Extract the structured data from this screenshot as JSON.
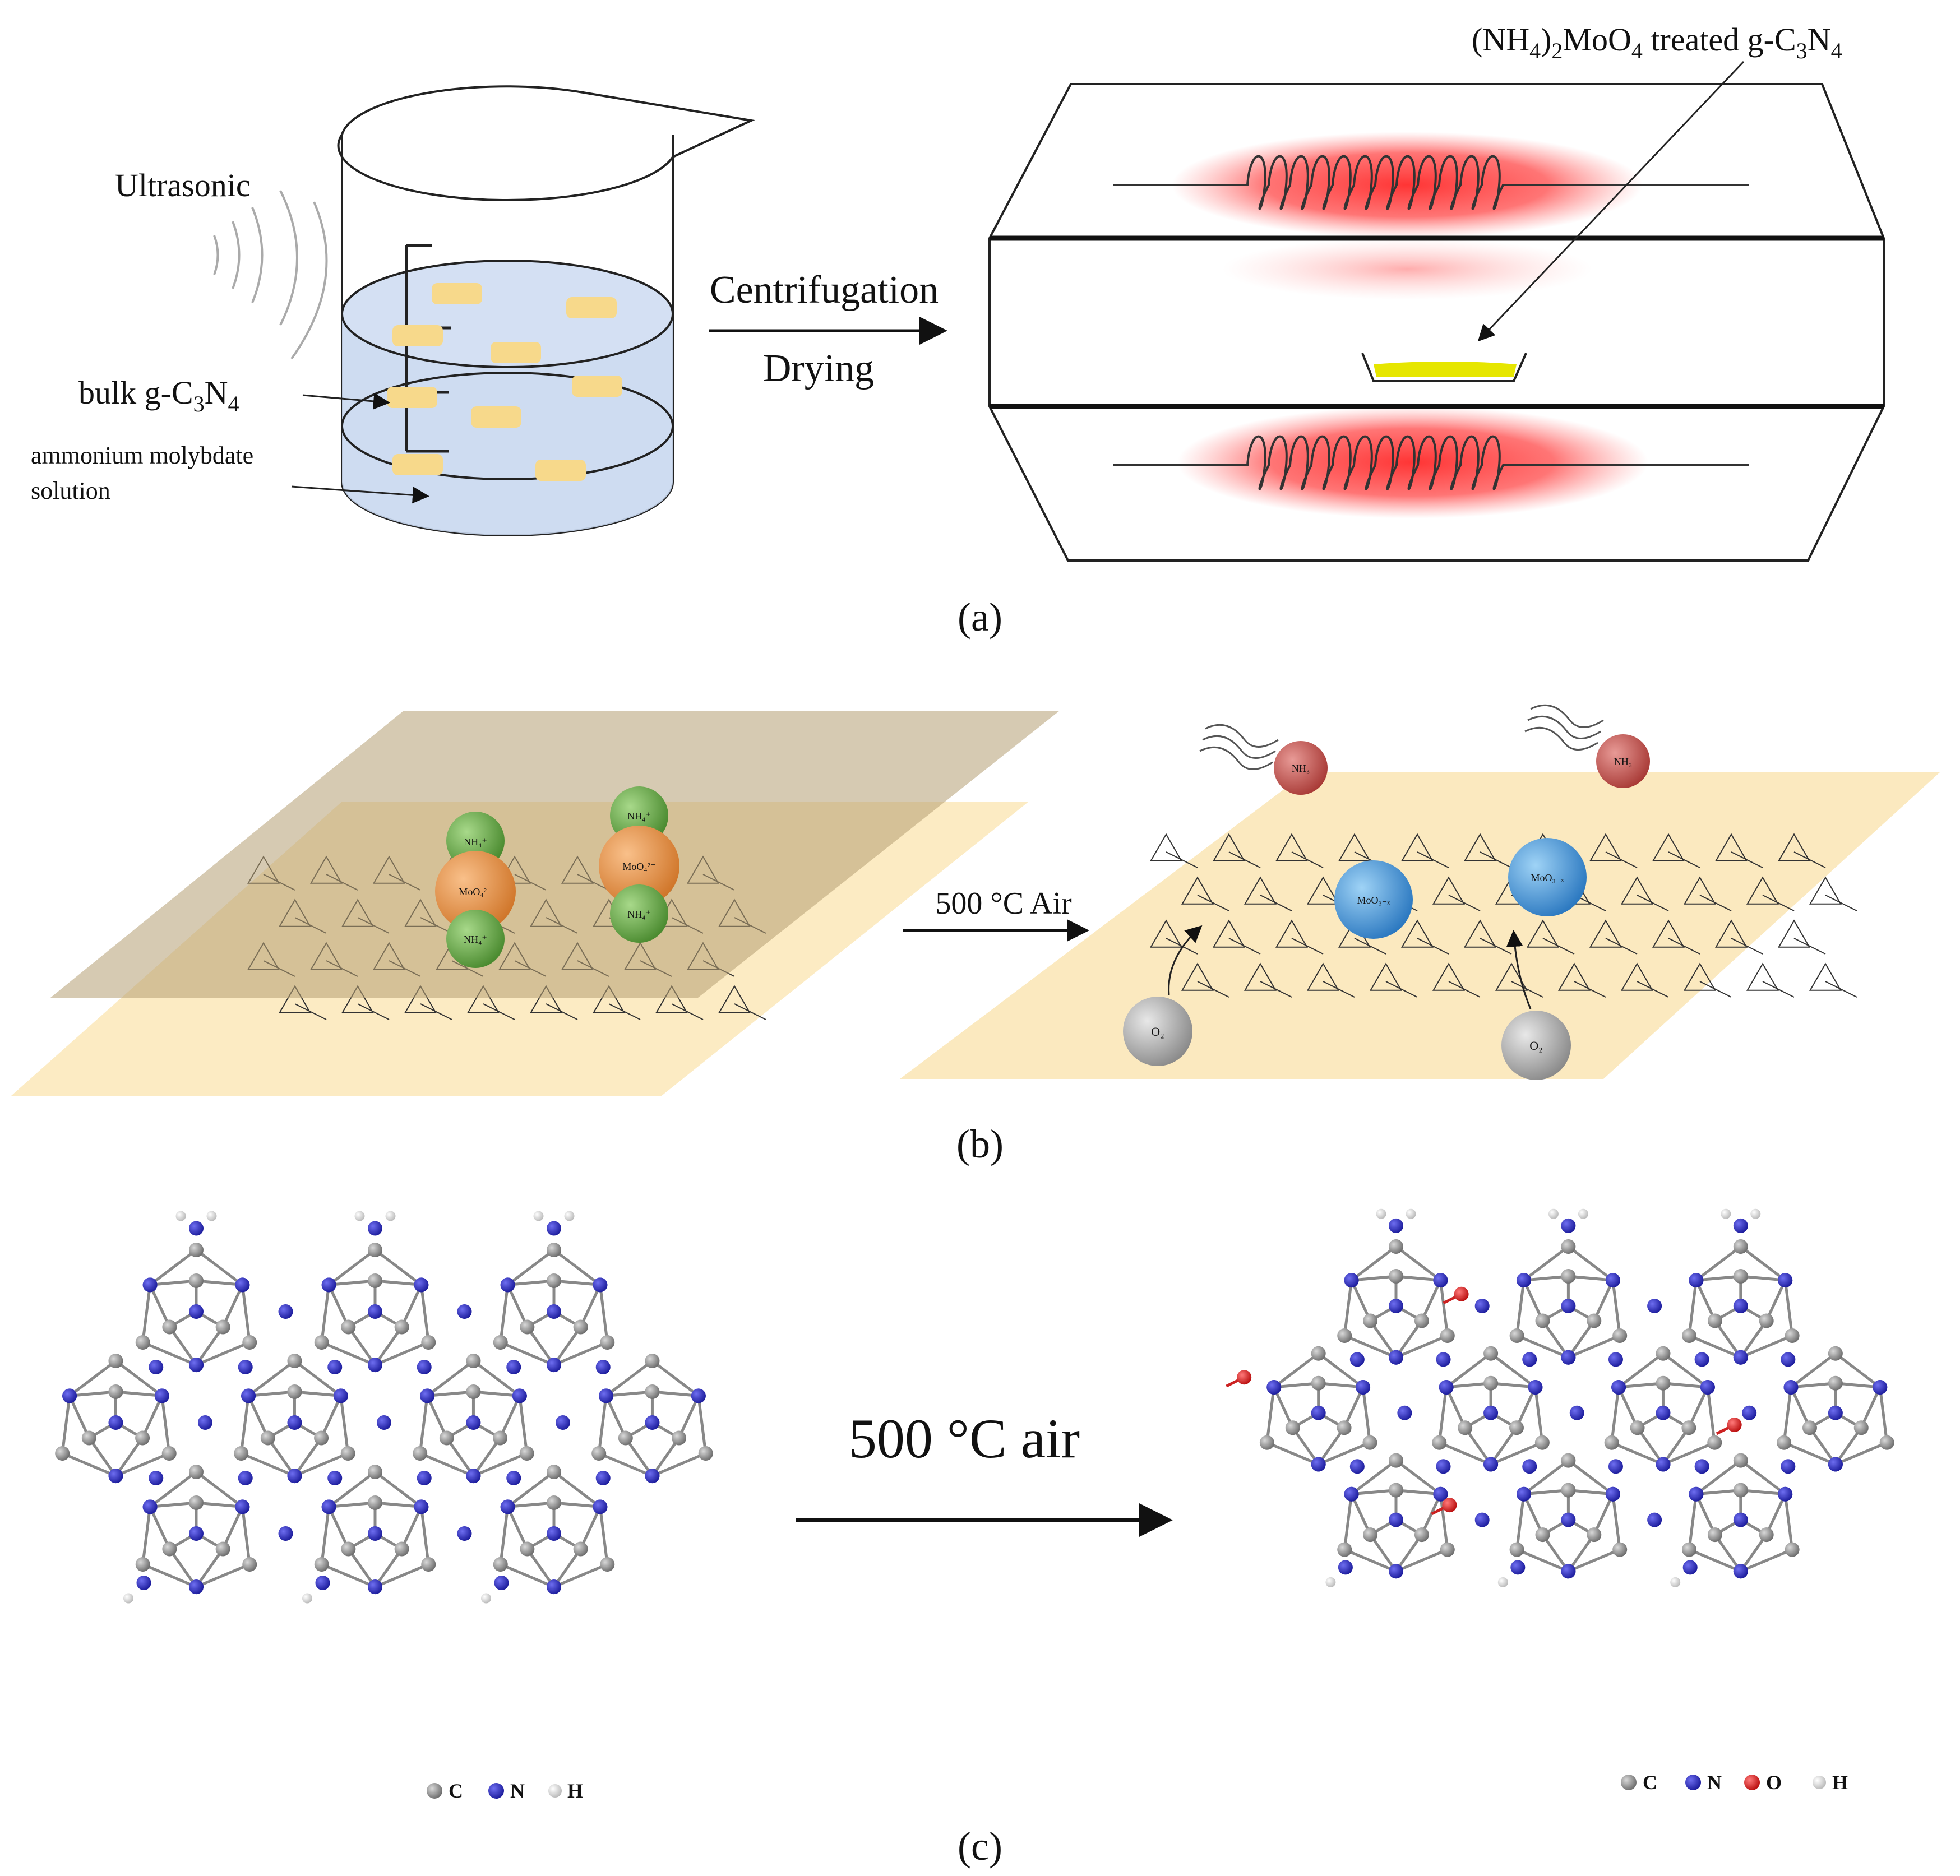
{
  "panel_a": {
    "label": "(a)",
    "ultrasonic": "Ultrasonic",
    "bulk": {
      "main": "bulk g-C",
      "sub1": "3",
      "mid": "N",
      "sub2": "4"
    },
    "solution_line1": "ammonium molybdate",
    "solution_line2": "solution",
    "arrow_top": "Centrifugation",
    "arrow_bottom": "Drying",
    "treated": {
      "p1": "(NH",
      "s1": "4",
      "p2": ")",
      "s2": "2",
      "p3": "MoO",
      "s3": "4",
      "p4": " treated g-C",
      "s4": "3",
      "p5": "N",
      "s5": "4"
    },
    "colors": {
      "heater": "#ff2a2a",
      "liquid": "#c9d8ef",
      "flake": "#f7d98b",
      "sample": "#e6e600"
    }
  },
  "panel_b": {
    "label": "(b)",
    "arrow_label": "500 °C Air",
    "nh4": "NH₄⁺",
    "moo4": "MoO₄²⁻",
    "nh3": "NH₃",
    "moo3": "MoO₃₋ₓ",
    "o2": "O₂",
    "colors": {
      "sheet": "#fbe7b8",
      "top_sheet": "#c9b48a",
      "nh4": "#6aa84f",
      "moo4": "#e69138",
      "nh3": "#c0504d",
      "moo3": "#3d85c6",
      "o2": "#999999"
    }
  },
  "panel_c": {
    "label": "(c)",
    "arrow_label": "500 °C air",
    "legend_left": [
      "C",
      "N",
      "H"
    ],
    "legend_right": [
      "C",
      "N",
      "O",
      "H"
    ],
    "colors": {
      "C": "#888888",
      "N": "#2222bb",
      "O": "#dd1111",
      "H": "#dddddd"
    }
  }
}
